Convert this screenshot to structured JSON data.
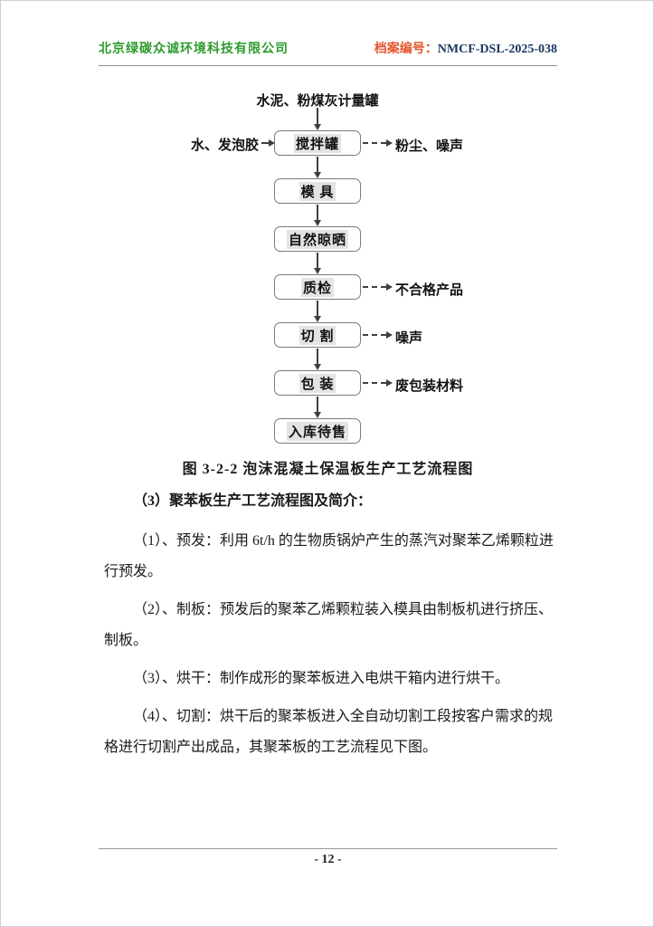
{
  "header": {
    "company": "北京绿碳众诚环境科技有限公司",
    "archive_label": "档案编号：",
    "archive_number": "NMCF-DSL-2025-038"
  },
  "colors": {
    "company_green": "#2e9b2e",
    "archive_label_orange": "#e4572e",
    "archive_number_navy": "#17365d"
  },
  "flowchart": {
    "top_input": "水泥、粉煤灰计量罐",
    "left_input": "水、发泡胶",
    "nodes": [
      "搅拌罐",
      "模 具",
      "自然晾晒",
      "质检",
      "切 割",
      "包 装",
      "入库待售"
    ],
    "emissions": {
      "mixing": "粉尘、噪声",
      "inspection": "不合格产品",
      "cutting": "噪声",
      "packing": "废包装材料"
    }
  },
  "caption": "图 3-2-2 泡沫混凝土保温板生产工艺流程图",
  "body": {
    "heading": "（3）聚苯板生产工艺流程图及简介：",
    "p1": "（1）、预发：利用 6t/h 的生物质锅炉产生的蒸汽对聚苯乙烯颗粒进行预发。",
    "p2": "（2）、制板：预发后的聚苯乙烯颗粒装入模具由制板机进行挤压、制板。",
    "p3": "（3）、烘干：制作成形的聚苯板进入电烘干箱内进行烘干。",
    "p4": "（4）、切割：烘干后的聚苯板进入全自动切割工段按客户需求的规格进行切割产出成品，其聚苯板的工艺流程见下图。"
  },
  "footer": {
    "page_number": "- 12 -"
  }
}
